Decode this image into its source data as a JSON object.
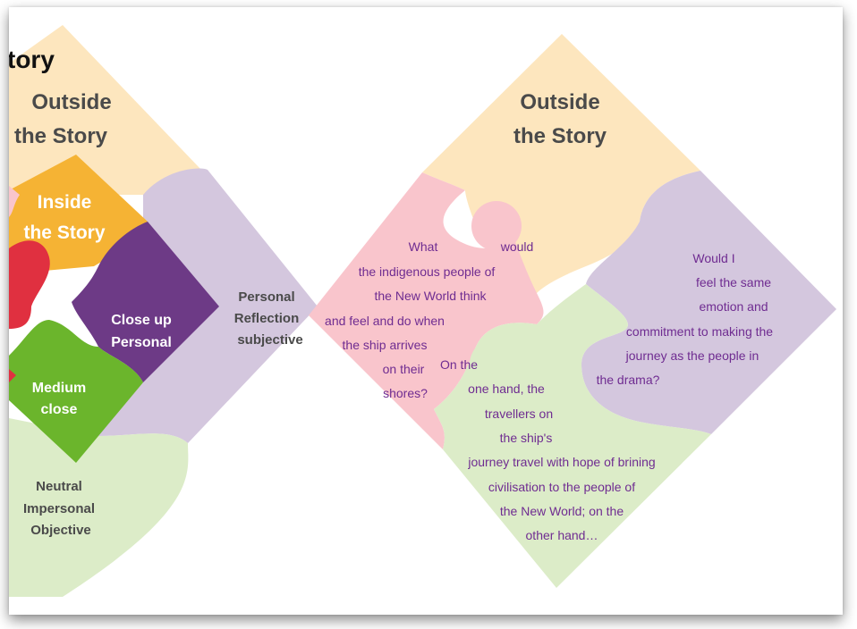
{
  "colors": {
    "outside": "#fde6be",
    "reflection": "#d4c7de",
    "neutral": "#dcecc8",
    "pink_light": "#f9c5cc",
    "inside": "#f5b334",
    "close_up": "#6d3a86",
    "medium": "#6bb52c",
    "red": "#e03040",
    "heading_text": "#4a4a4a",
    "question_text": "#6f2c91"
  },
  "left_diagram": {
    "title_fragment": "tory",
    "outside_label": [
      "Outside",
      "the Story"
    ],
    "inside_label": [
      "Inside",
      "the Story"
    ],
    "close_up_label": [
      "Close up",
      "Personal"
    ],
    "medium_label": [
      "Medium",
      "close"
    ],
    "reflection_label": [
      "Personal",
      "Reflection",
      "subjective"
    ],
    "neutral_label": [
      "Neutral",
      "Impersonal",
      "Objective"
    ]
  },
  "right_diagram": {
    "outside_label": [
      "Outside",
      "the Story"
    ],
    "pink_question": {
      "first_line_a": "What",
      "first_line_b": "would",
      "lines": [
        "the indigenous people of",
        "the New World think",
        "and feel and do when",
        "the ship arrives",
        "on their",
        "shores?"
      ]
    },
    "purple_question": [
      "Would I",
      "feel the same",
      "emotion and",
      "commitment to making the",
      "journey as the people in",
      "the drama?"
    ],
    "green_statement": [
      "On the",
      "one hand, the",
      "travellers on",
      "the ship's",
      "journey travel with hope of brining",
      "civilisation to the people of",
      "the New World; on the",
      "other hand…"
    ]
  }
}
